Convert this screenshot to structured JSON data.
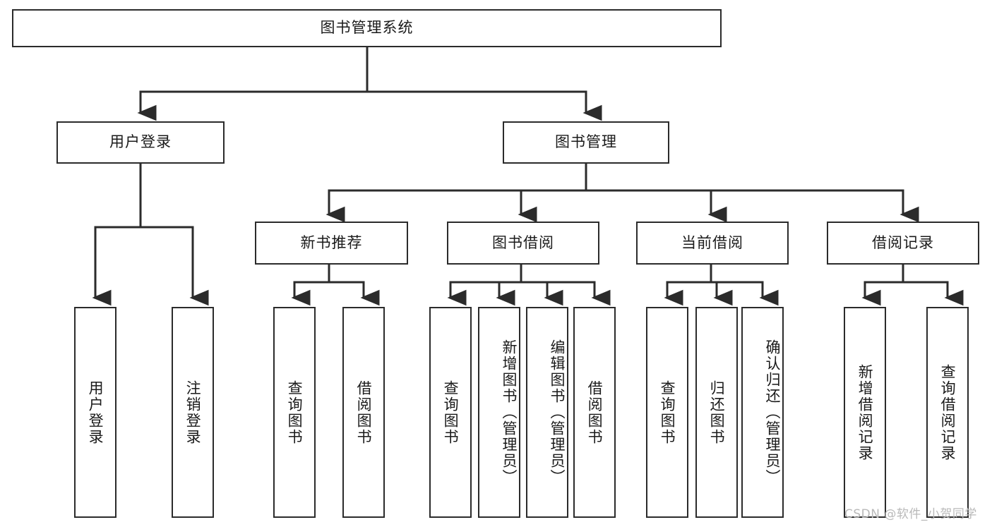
{
  "diagram": {
    "title_node": {
      "label": "图书管理系统"
    },
    "level2": [
      {
        "id": "user-login",
        "label": "用户登录"
      },
      {
        "id": "book-management",
        "label": "图书管理"
      }
    ],
    "level3": [
      {
        "id": "new-book-recommend",
        "label": "新书推荐"
      },
      {
        "id": "book-borrow",
        "label": "图书借阅"
      },
      {
        "id": "current-borrow",
        "label": "当前借阅"
      },
      {
        "id": "borrow-record",
        "label": "借阅记录"
      }
    ],
    "leaves": [
      {
        "id": "leaf-user-login",
        "label": "用户登录",
        "parent": "user-login"
      },
      {
        "id": "leaf-logout",
        "label": "注销登录",
        "parent": "user-login"
      },
      {
        "id": "leaf-query-book-1",
        "label": "查询图书",
        "parent": "new-book-recommend"
      },
      {
        "id": "leaf-borrow-book-1",
        "label": "借阅图书",
        "parent": "new-book-recommend"
      },
      {
        "id": "leaf-query-book-2",
        "label": "查询图书",
        "parent": "book-borrow"
      },
      {
        "id": "leaf-add-book",
        "label": "新增图书（管理员）",
        "parent": "book-borrow"
      },
      {
        "id": "leaf-edit-book",
        "label": "编辑图书（管理员）",
        "parent": "book-borrow"
      },
      {
        "id": "leaf-borrow-book-2",
        "label": "借阅图书",
        "parent": "book-borrow"
      },
      {
        "id": "leaf-query-book-3",
        "label": "查询图书",
        "parent": "current-borrow"
      },
      {
        "id": "leaf-return-book",
        "label": "归还图书",
        "parent": "current-borrow"
      },
      {
        "id": "leaf-confirm-return",
        "label": "确认归还（管理员）",
        "parent": "current-borrow"
      },
      {
        "id": "leaf-add-record",
        "label": "新增借阅记录",
        "parent": "borrow-record"
      },
      {
        "id": "leaf-query-record",
        "label": "查询借阅记录",
        "parent": "borrow-record"
      }
    ],
    "watermark": "CSDN @软件_小贺同学",
    "colors": {
      "stroke": "#2b2b2b",
      "background": "#ffffff",
      "text": "#1a1a1a",
      "watermark": "#b9b9b9"
    }
  }
}
